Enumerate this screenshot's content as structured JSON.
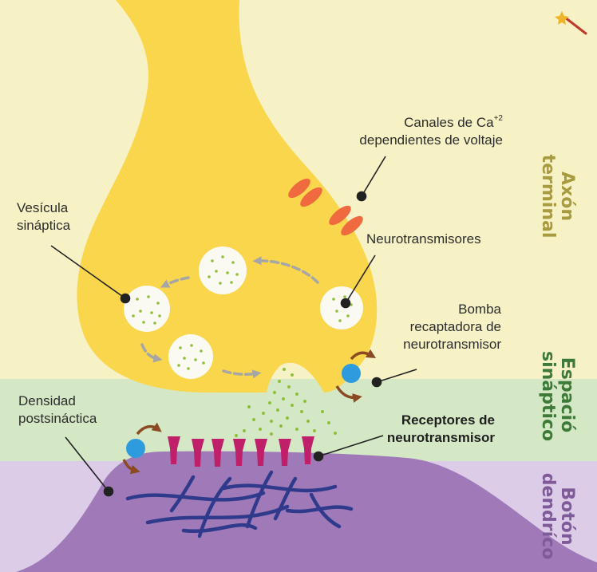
{
  "colors": {
    "axon_region": "#f7f2c6",
    "cleft_region": "#d4e8c6",
    "dendrite_region": "#dccce8",
    "axon_terminal": "#f9d64b",
    "dendrite": "#a07ab8",
    "vesicle": "#fbfaf2",
    "neurotransmitter": "#8fbf3b",
    "calcium_channel": "#ef6b3f",
    "receptor": "#c01f6a",
    "reuptake_pump": "#2f9bdf",
    "pump_arrow": "#8b4a22",
    "cycle_arrow": "#a6a6a6",
    "filament": "#303a8c",
    "axon_label": "#a89a3e",
    "cleft_label": "#3d7a37",
    "dendrite_label": "#7f5a98"
  },
  "labels": {
    "calcium_channels_line1": "Canales de Ca",
    "calcium_superscript": "+2",
    "calcium_channels_line2": "dependientes de voltaje",
    "vesicle_line1": "Vesícula",
    "vesicle_line2": "sináptica",
    "neurotransmitters": "Neurotransmisores",
    "pump_line1": "Bomba",
    "pump_line2": "recaptadora de",
    "pump_line3": "neurotransmisor",
    "density_line1": "Densidad",
    "density_line2": "postsináctica",
    "receptors_line1": "Receptores de",
    "receptors_line2": "neurotransmisor"
  },
  "regions": {
    "axon_line1": "Axón",
    "axon_line2": "terminal",
    "cleft_line1": "Espació",
    "cleft_line2": "sináptico",
    "dendrite_line1": "Botón",
    "dendrite_line2": "dendríco"
  },
  "icons": {
    "top_right": "wand-sparkle-icon",
    "pump_arrows": "curved-arrow-icon",
    "recycle_arrows": "dashed-arrow-icon"
  }
}
